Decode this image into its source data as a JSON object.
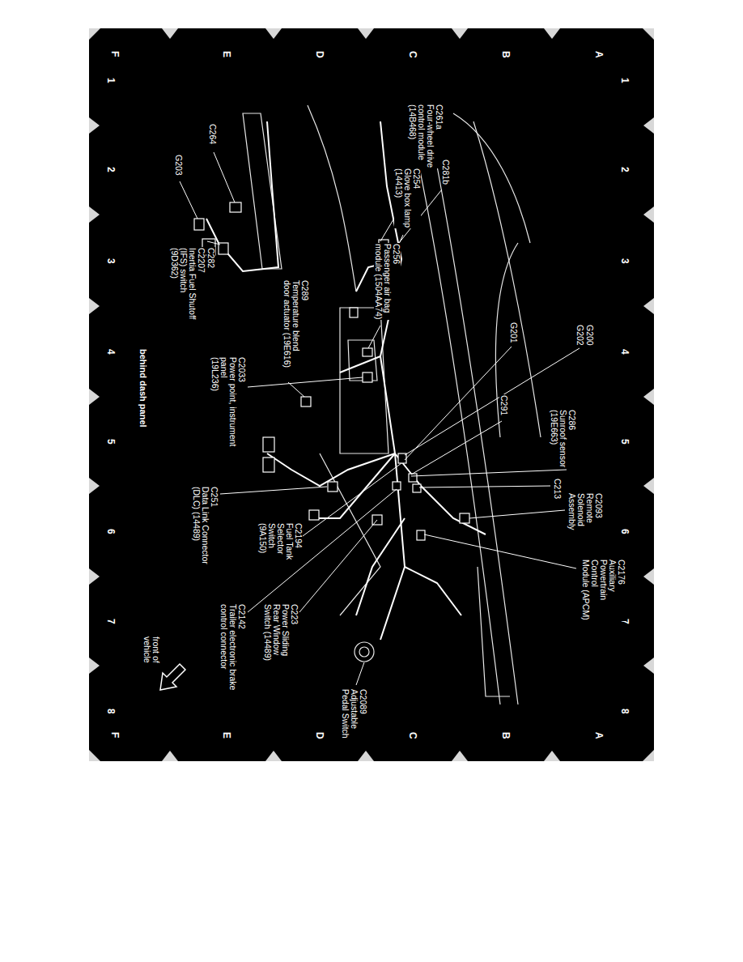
{
  "diagram": {
    "labels": [
      "A",
      "B",
      "C",
      "D",
      "E",
      "F",
      "1",
      "2",
      "3",
      "4",
      "5",
      "6",
      "7",
      "8",
      "A",
      "B",
      "C",
      "D",
      "E",
      "F",
      "1",
      "2",
      "3",
      "4",
      "5",
      "6",
      "7",
      "8",
      "C261a Four-wheel drive control module (14B468)",
      "C264",
      "G203",
      "C281b",
      "C254 Glove box lamp (14413)",
      "C256 Passenger air bag module (1504AA74)",
      "C289 Temperature blend door actuator (19E616)",
      "C282",
      "C2207 Inertia Fuel Shutoff (IFS) switch (9D362)",
      "G200",
      "G202",
      "G201",
      "C2033 Power point, instrument panel (19L236)",
      "behind dash panel",
      "C286 Sunroof sensor (19E663)",
      "C291",
      "C213",
      "C2093 Remote Solenoid Assembly",
      "C2176 Auxiliary Powertrain Control Module (APCM)",
      "C251 Data Link Connector (DLC) (14489)",
      "C2194 Fuel Tank Selector Switch (9A150)",
      "C223 Power Sliding Rear Window Switch (14489)",
      "C2142 Trailer electronic brake control connector",
      "C2089 Adjustable Pedal Switch",
      "front of vehicle"
    ]
  }
}
